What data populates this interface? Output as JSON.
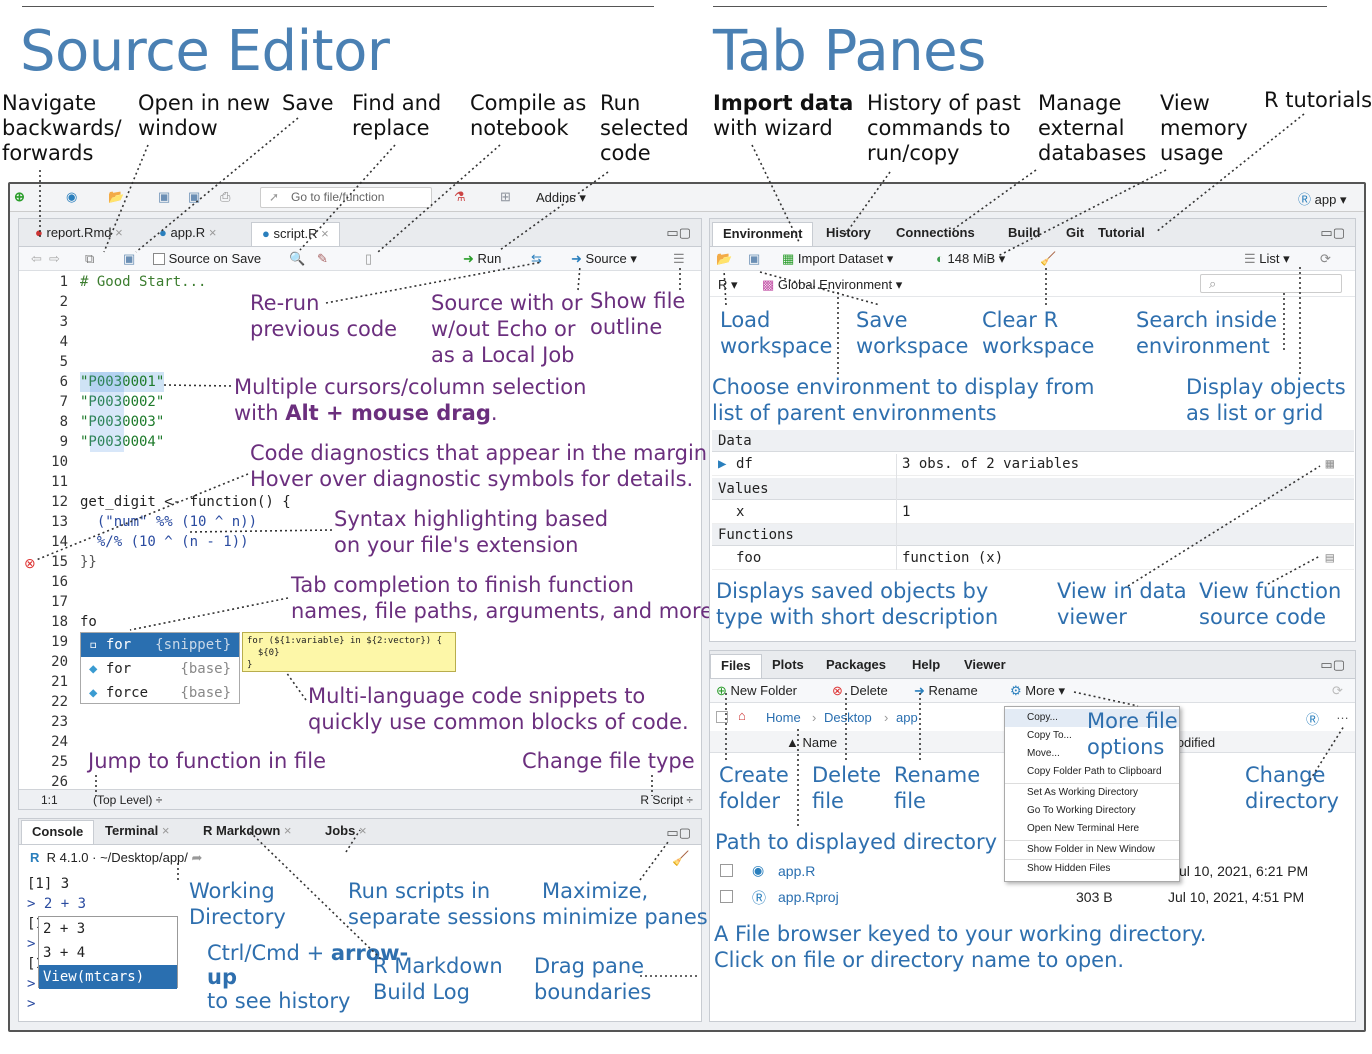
{
  "headings": {
    "source_editor": "Source Editor",
    "tab_panes": "Tab Panes"
  },
  "top_labels": {
    "navigate": "Navigate\nbackwards/\nforwards",
    "open_window": "Open in new\nwindow",
    "save": "Save",
    "find_replace": "Find and\nreplace",
    "compile": "Compile as\nnotebook",
    "run_selected": "Run\nselected\ncode",
    "import_bold": "Import data",
    "import_rest": "with wizard",
    "history": "History of past\ncommands to\nrun/copy",
    "manage_db": "Manage\nexternal\ndatabases",
    "view_memory": "View\nmemory\nusage",
    "tutorials": "R tutorials"
  },
  "toolbar": {
    "go_to": "Go to file/function",
    "addins": "Addins",
    "project": "app"
  },
  "editor": {
    "tabs": [
      "report.Rmd",
      "app.R",
      "script.R"
    ],
    "source_on_save": "Source on Save",
    "run": "Run",
    "source": "Source",
    "line_numbers": [
      "1",
      "2",
      "3",
      "4",
      "5",
      "6",
      "7",
      "8",
      "9",
      "10",
      "11",
      "12",
      "13",
      "14",
      "15",
      "16",
      "17",
      "18",
      "19",
      "20",
      "21",
      "22",
      "23",
      "24",
      "25",
      "26"
    ],
    "code": {
      "l1": "# Good Start...",
      "l6": "\"P0030001\"",
      "l7": "\"P0030002\"",
      "l8": "\"P0030003\"",
      "l9": "\"P0030004\"",
      "l12": "get_digit <- function() {",
      "l13": "  (\"num\" %% (10 ^ n))",
      "l14": "  %/% (10 ^ (n - 1))",
      "l15": "}}",
      "l18": "fo"
    },
    "completion": [
      {
        "name": "for",
        "src": "{snippet}"
      },
      {
        "name": "for",
        "src": "{base}"
      },
      {
        "name": "force",
        "src": "{base}"
      }
    ],
    "snippet_tip_1": "for (${1:variable} in ${2:vector}) {",
    "snippet_tip_2": "  ${0}",
    "snippet_tip_3": "}",
    "status_pos": "1:1",
    "status_scope": "(Top Level) ÷",
    "status_type": "R Script ÷"
  },
  "editor_ann": {
    "rerun": "Re-run\nprevious code",
    "source_echo": "Source with or\nw/out Echo or\nas a Local Job",
    "outline": "Show file\noutline",
    "multi_cursor": "Multiple cursors/column selection",
    "multi_with": "with ",
    "multi_bold": "Alt + mouse drag",
    "multi_end": ".",
    "diagnostics": "Code diagnostics that appear in the margin.\nHover over diagnostic symbols for details.",
    "syntax": "Syntax highlighting based\non your file's extension",
    "tab_complete": "Tab completion to finish function\nnames, file paths, arguments, and more.",
    "snippets": "Multi-language code snippets to\nquickly use common blocks of code.",
    "jump": "Jump to function in file",
    "change_type": "Change file type"
  },
  "console": {
    "tabs": [
      "Console",
      "Terminal",
      "R Markdown",
      "Jobs"
    ],
    "version": "R 4.1.0 · ~/Desktop/app/",
    "lines": [
      "[1] 3",
      "> 2 + 3",
      "[1",
      "> ",
      "[1",
      "> ",
      "> "
    ],
    "history": [
      "2 + 3",
      "3 + 4",
      "View(mtcars)"
    ]
  },
  "console_ann": {
    "wd": "Working\nDirectory",
    "run_scripts": "Run scripts in\nseparate sessions",
    "maximize": "Maximize,\nminimize panes",
    "ctrl": "Ctrl/Cmd + ",
    "arrow_bold": "arrow-\nup",
    "see_history": "to see history",
    "rmd_log": "R Markdown\nBuild Log",
    "drag": "Drag pane\nboundaries"
  },
  "env": {
    "tabs": [
      "Environment",
      "History",
      "Connections",
      "Build",
      "Git",
      "Tutorial"
    ],
    "import": "Import Dataset",
    "memory": "148 MiB",
    "list": "List",
    "r": "R",
    "global": "Global Environment",
    "sections": {
      "data": "Data",
      "values": "Values",
      "functions": "Functions"
    },
    "rows": [
      {
        "name": "df",
        "value": "3 obs. of 2 variables"
      },
      {
        "name": "x",
        "value": "1"
      },
      {
        "name": "foo",
        "value": "function (x)"
      }
    ]
  },
  "env_ann": {
    "load": "Load\nworkspace",
    "save": "Save\nworkspace",
    "clear": "Clear R\nworkspace",
    "search": "Search inside\nenvironment",
    "choose": "Choose environment to display from\nlist of parent environments",
    "display": "Display objects\nas list or grid",
    "displays_saved": "Displays saved objects by\ntype with short description",
    "view_data": "View in data\nviewer",
    "view_fn": "View function\nsource code"
  },
  "files": {
    "tabs": [
      "Files",
      "Plots",
      "Packages",
      "Help",
      "Viewer"
    ],
    "new_folder": "New Folder",
    "delete": "Delete",
    "rename": "Rename",
    "more": "More",
    "crumbs": [
      "Home",
      "Desktop",
      "app"
    ],
    "col_name": "Name",
    "col_modified": "Modified",
    "rows": [
      {
        "name": "app.R",
        "size": "",
        "mod": "Jul 10, 2021, 6:21 PM"
      },
      {
        "name": "app.Rproj",
        "size": "303 B",
        "mod": "Jul 10, 2021, 4:51 PM"
      }
    ],
    "menu": [
      "Copy...",
      "Copy To...",
      "Move...",
      "Copy Folder Path to Clipboard",
      "Set As Working Directory",
      "Go To Working Directory",
      "Open New Terminal Here",
      "Show Folder in New Window",
      "Show Hidden Files"
    ]
  },
  "files_ann": {
    "more_options": "More file\noptions",
    "create": "Create\nfolder",
    "delete": "Delete\nfile",
    "rename": "Rename\nfile",
    "change_dir": "Change\ndirectory",
    "path": "Path to displayed directory",
    "browser": "A File browser keyed to your working directory.\nClick on file or directory name to open."
  }
}
